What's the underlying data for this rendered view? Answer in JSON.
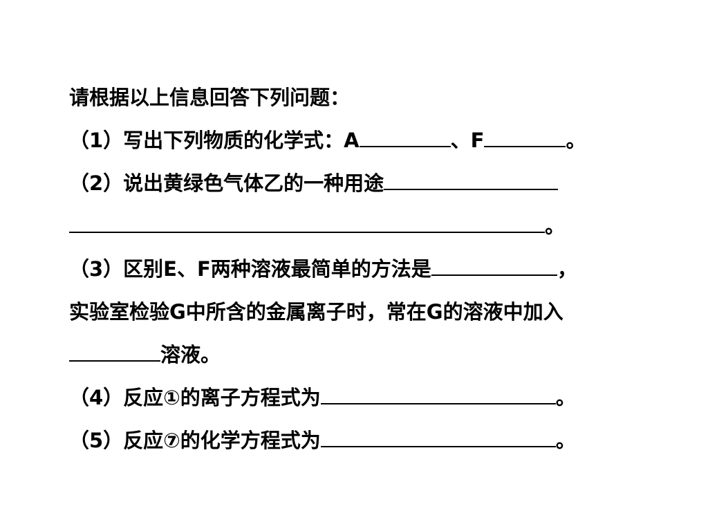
{
  "question": {
    "intro": "请根据以上信息回答下列问题：",
    "q1": {
      "prefix": "（1）写出下列物质的化学式：A",
      "mid": "、F",
      "end": "。"
    },
    "q2": {
      "prefix": "（2）说出黄绿色气体乙的一种用途",
      "end": "。"
    },
    "q3": {
      "prefix": "（3）区别E、F两种溶液最简单的方法是",
      "comma": "，",
      "line2": "实验室检验G中所含的金属离子时，常在G的溶液中加入",
      "end": "溶液。"
    },
    "q4": {
      "prefix": "（4）反应①的离子方程式为",
      "end": "。"
    },
    "q5": {
      "prefix": "（5）反应⑦的化学方程式为",
      "end": "。"
    }
  }
}
